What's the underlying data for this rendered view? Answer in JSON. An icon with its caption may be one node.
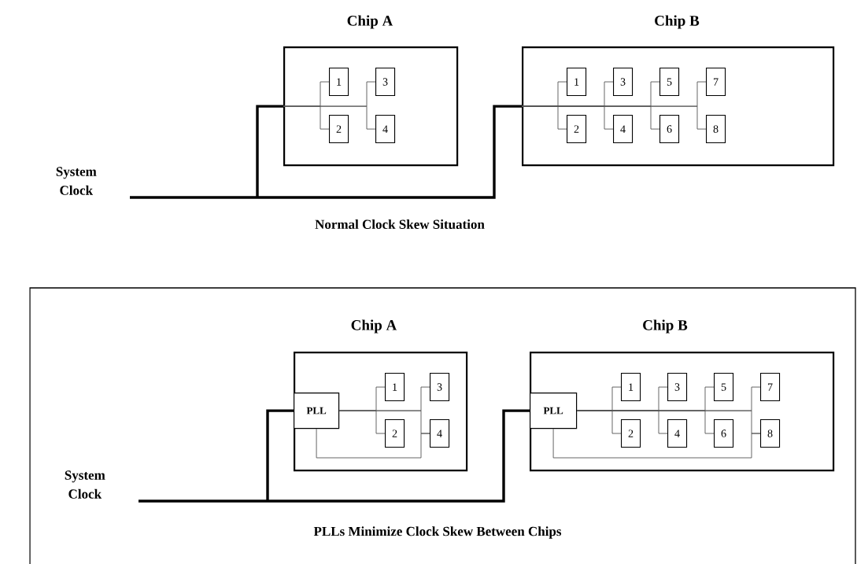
{
  "diagram": {
    "nodes": [
      {
        "text": [
          "Chip A"
        ]
      },
      {
        "text": [
          "1"
        ],
        "in": 0
      },
      {
        "text": [
          "2"
        ],
        "in": 0
      },
      {
        "text": [
          "3"
        ],
        "in": 0
      },
      {
        "text": [
          "4"
        ],
        "in": 0
      },
      {
        "text": [
          "Chip B"
        ]
      },
      {
        "text": [
          "1"
        ],
        "in": 5
      },
      {
        "text": [
          "2"
        ],
        "in": 5
      },
      {
        "text": [
          "3"
        ],
        "in": 5
      },
      {
        "text": [
          "4"
        ],
        "in": 5
      },
      {
        "text": [
          "5"
        ],
        "in": 5
      },
      {
        "text": [
          "6"
        ],
        "in": 5
      },
      {
        "text": [
          "7"
        ],
        "in": 5
      },
      {
        "text": [
          "8"
        ],
        "in": 5
      },
      {
        "text": [
          "System Clock"
        ]
      },
      {
        "text": [],
        "shape": "box"
      },
      {
        "text": [
          "Chip A"
        ],
        "in": 15
      },
      {
        "text": [
          "PLL"
        ],
        "in": 16
      },
      {
        "text": [
          "1"
        ],
        "in": 16
      },
      {
        "text": [
          "2"
        ],
        "in": 16
      },
      {
        "text": [
          "3"
        ],
        "in": 16
      },
      {
        "text": [
          "4"
        ],
        "in": 16
      },
      {
        "text": [
          "Chip B"
        ],
        "in": 15
      },
      {
        "text": [
          "PLL"
        ],
        "in": 22
      },
      {
        "text": [
          "1"
        ],
        "in": 22
      },
      {
        "text": [
          "2"
        ],
        "in": 22
      },
      {
        "text": [
          "3"
        ],
        "in": 22
      },
      {
        "text": [
          "4"
        ],
        "in": 22
      },
      {
        "text": [
          "5"
        ],
        "in": 22
      },
      {
        "text": [
          "6"
        ],
        "in": 22
      },
      {
        "text": [
          "7"
        ],
        "in": 22
      },
      {
        "text": [
          "8"
        ],
        "in": 22
      },
      {
        "text": [
          "System Clock"
        ],
        "in": 15
      }
    ],
    "edges": [
      {
        "from": 14,
        "to": 0,
        "arrow": "none",
        "style": "thick",
        "color": "#000000"
      },
      {
        "from": 14,
        "to": 5,
        "arrow": "none",
        "style": "thick",
        "color": "#000000"
      },
      {
        "from": 0,
        "to": 1,
        "arrow": "none"
      },
      {
        "from": 0,
        "to": 2,
        "arrow": "none"
      },
      {
        "from": 0,
        "to": 3,
        "arrow": "none"
      },
      {
        "from": 0,
        "to": 4,
        "arrow": "none"
      },
      {
        "from": 5,
        "to": 6,
        "arrow": "none"
      },
      {
        "from": 5,
        "to": 7,
        "arrow": "none"
      },
      {
        "from": 5,
        "to": 8,
        "arrow": "none"
      },
      {
        "from": 5,
        "to": 9,
        "arrow": "none"
      },
      {
        "from": 5,
        "to": 10,
        "arrow": "none"
      },
      {
        "from": 5,
        "to": 11,
        "arrow": "none"
      },
      {
        "from": 5,
        "to": 12,
        "arrow": "none"
      },
      {
        "from": 5,
        "to": 13,
        "arrow": "none"
      },
      {
        "from": 32,
        "to": 17,
        "arrow": "none",
        "style": "thick",
        "color": "#000000"
      },
      {
        "from": 32,
        "to": 23,
        "arrow": "none",
        "style": "thick",
        "color": "#000000"
      },
      {
        "from": 17,
        "to": 18,
        "arrow": "none"
      },
      {
        "from": 17,
        "to": 19,
        "arrow": "none"
      },
      {
        "from": 17,
        "to": 20,
        "arrow": "none"
      },
      {
        "from": 17,
        "to": 21,
        "arrow": "none"
      },
      {
        "from": 23,
        "to": 24,
        "arrow": "none"
      },
      {
        "from": 23,
        "to": 25,
        "arrow": "none"
      },
      {
        "from": 23,
        "to": 26,
        "arrow": "none"
      },
      {
        "from": 23,
        "to": 27,
        "arrow": "none"
      },
      {
        "from": 23,
        "to": 28,
        "arrow": "none"
      },
      {
        "from": 23,
        "to": 29,
        "arrow": "none"
      },
      {
        "from": 23,
        "to": 30,
        "arrow": "none"
      },
      {
        "from": 23,
        "to": 31,
        "arrow": "none"
      },
      {
        "from": 21,
        "to": 17,
        "arrow": "none"
      },
      {
        "from": 31,
        "to": 23,
        "arrow": "none"
      }
    ],
    "labels": [
      "Normal Clock Skew Situation",
      "PLLs Minimize Clock Skew Between Chips"
    ]
  }
}
